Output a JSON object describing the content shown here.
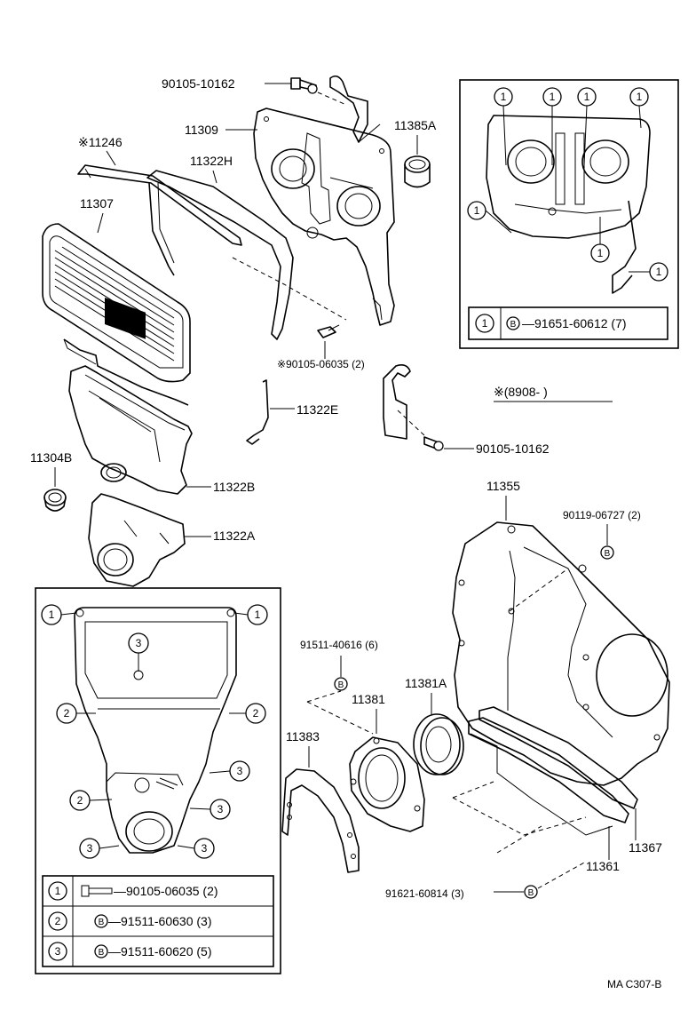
{
  "labels": {
    "p90105_10162_top": "90105-10162",
    "p11309": "11309",
    "p11385A": "11385A",
    "p11246": "※11246",
    "p11322H": "11322H",
    "p11307": "11307",
    "p90105_06035": "※90105-06035 (2)",
    "p11322E": "11322E",
    "p90105_10162_mid": "90105-10162",
    "p11304B": "11304B",
    "p11322B": "11322B",
    "p11322A": "11322A",
    "p11355": "11355",
    "p90119_06727": "90119-06727 (2)",
    "p91511_40616": "91511-40616 (6)",
    "p11381": "11381",
    "p11381A": "11381A",
    "p11383": "11383",
    "p11367": "11367",
    "p11361": "11361",
    "p91621_60814": "91621-60814 (3)",
    "note_serial": "※(8908-        )",
    "diagram_code": "MA C307-B"
  },
  "inset_top": {
    "legend": [
      {
        "num": "1",
        "mark": "B",
        "text": "91651-60612 (7)"
      }
    ]
  },
  "inset_bottom": {
    "legend": [
      {
        "num": "1",
        "text": "90105-06035 (2)"
      },
      {
        "num": "2",
        "mark": "B",
        "text": "91511-60630 (3)"
      },
      {
        "num": "3",
        "mark": "B",
        "text": "91511-60620 (5)"
      }
    ]
  },
  "symbols": {
    "bolt_mark": "B"
  }
}
